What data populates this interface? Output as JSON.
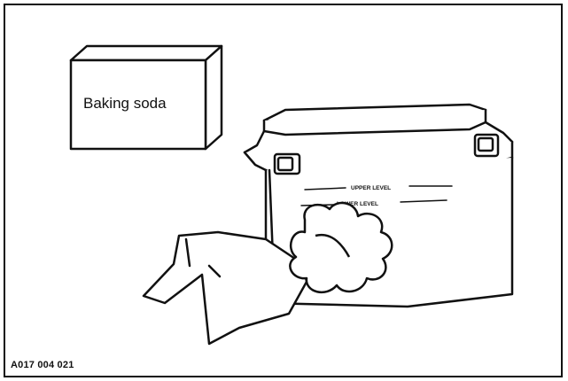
{
  "box": {
    "label": "Baking soda"
  },
  "battery": {
    "upper_level_label": "UPPER LEVEL",
    "lower_level_label": "LOWER LEVEL"
  },
  "figure": {
    "id": "A017 004 021"
  },
  "colors": {
    "ink": "#111111",
    "paper": "#ffffff"
  }
}
